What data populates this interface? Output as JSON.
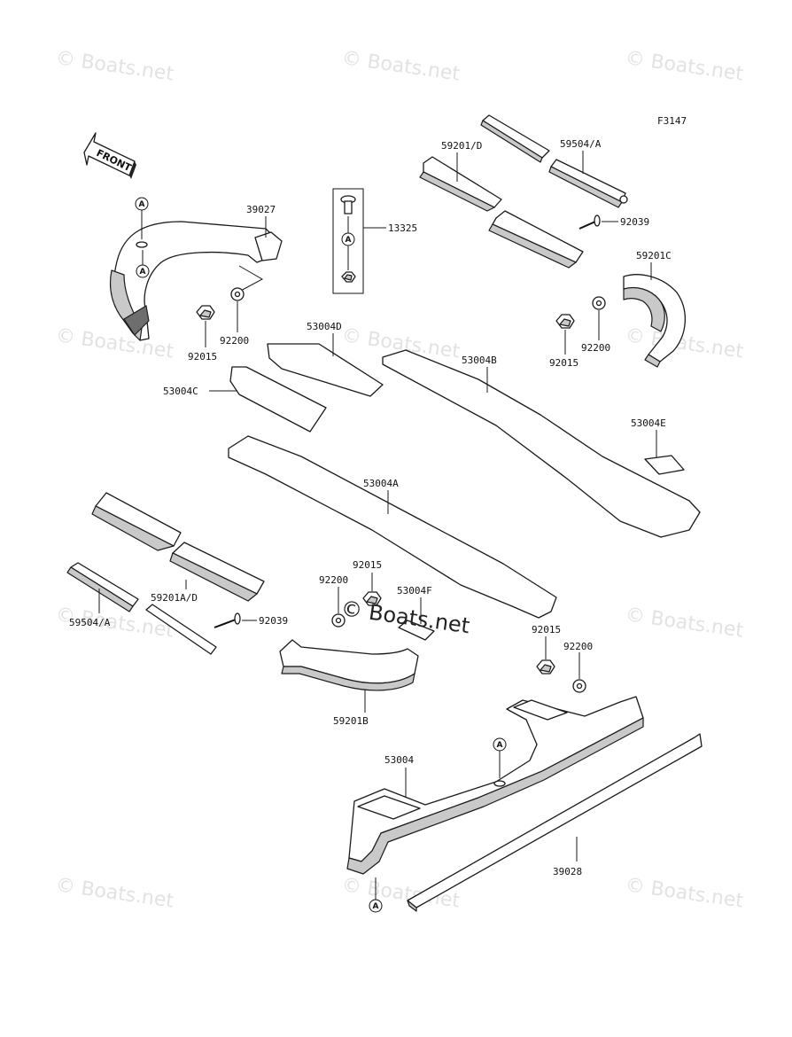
{
  "figure_code": "F3147",
  "front_label": "FRONT",
  "ref_marker": "A",
  "watermark": "© Boats.net",
  "parts": {
    "p39027": "39027",
    "p13325": "13325",
    "p59201D": "59201/D",
    "p59504A_top": "59504/A",
    "p92039_top": "92039",
    "p59201C": "59201C",
    "p92200_left": "92200",
    "p92015_left": "92015",
    "p53004D": "53004D",
    "p92200_right": "92200",
    "p92015_right": "92015",
    "p53004B": "53004B",
    "p53004C": "53004C",
    "p53004E": "53004E",
    "p53004A": "53004A",
    "p92015_mid": "92015",
    "p92200_mid": "92200",
    "p53004F": "53004F",
    "p59201AD": "59201A/D",
    "p92039_bottom": "92039",
    "p59504A_bottom": "59504/A",
    "p59201B": "59201B",
    "p92015_low": "92015",
    "p92200_low": "92200",
    "p53004": "53004",
    "p39028": "39028"
  }
}
